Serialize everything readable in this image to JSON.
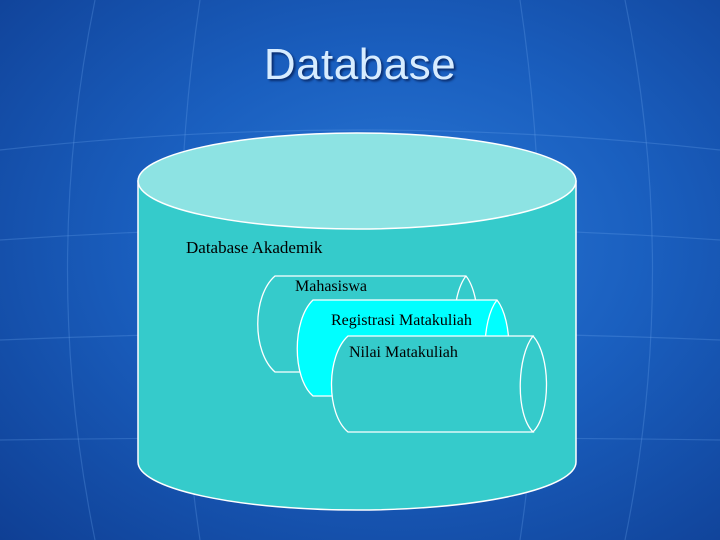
{
  "slide": {
    "title": "Database"
  },
  "diagram": {
    "container_label": "Database Akademik",
    "tables": [
      {
        "name": "Mahasiswa"
      },
      {
        "name": "Registrasi Matakuliah"
      },
      {
        "name": "Nilai Matakuliah"
      }
    ]
  },
  "colors": {
    "background": "#1a5fbf",
    "cylinder_body": "#35cbcb",
    "cylinder_top": "#8de3e3",
    "highlight_table": "#00ffff",
    "title_text": "#d7ecff"
  }
}
